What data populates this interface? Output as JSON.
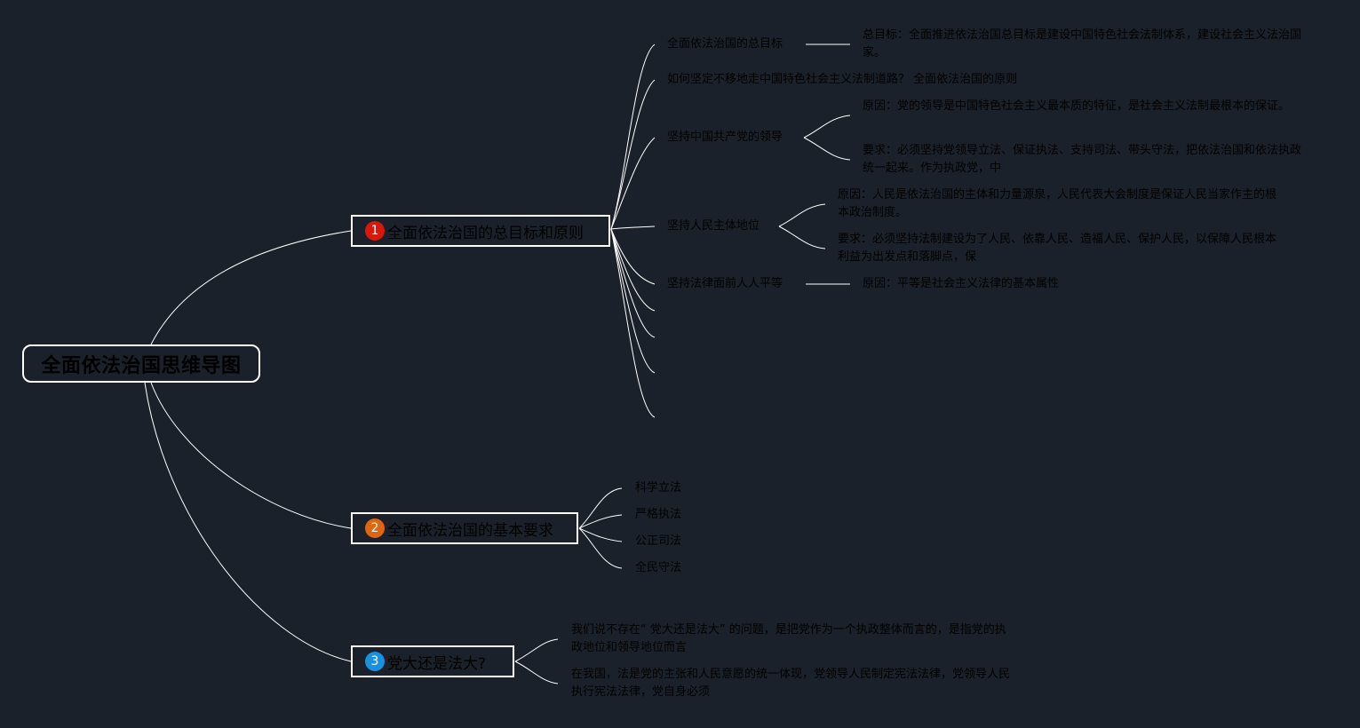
{
  "colors": {
    "background": "#1b212a",
    "line": "#ffffff",
    "badge_1": "#d8180a",
    "badge_2": "#e0650f",
    "badge_3": "#1a91e0"
  },
  "root": {
    "title": "全面依法治国思维导图"
  },
  "branches": [
    {
      "number": "1",
      "title": "全面依法治国的总目标和原则",
      "children": [
        {
          "title": "全面依法治国的总目标",
          "details": [
            "总目标：全面推进依法治国总目标是建设中国特色社会法制体系，建设社会主义法治国家。"
          ]
        },
        {
          "title": "如何坚定不移地走中国特色社会主义法制道路？ 全面依法治国的原则",
          "details": []
        },
        {
          "title": "坚持中国共产党的领导",
          "details": [
            "原因：党的领导是中国特色社会主义最本质的特征，是社会主义法制最根本的保证。",
            "要求：必须坚持党领导立法、保证执法、支持司法、带头守法，把依法治国和依法执政统一起来。作为执政党，中"
          ]
        },
        {
          "title": "坚持人民主体地位",
          "details": [
            "原因：人民是依法治国的主体和力量源泉，人民代表大会制度是保证人民当家作主的根本政治制度。",
            "要求：必须坚持法制建设为了人民、依靠人民、造福人民、保护人民，以保障人民根本利益为出发点和落脚点，保"
          ]
        },
        {
          "title": "坚持法律面前人人平等",
          "details": [
            "原因：平等是社会主义法律的基本属性"
          ]
        }
      ]
    },
    {
      "number": "2",
      "title": "全面依法治国的基本要求",
      "children": [
        {
          "title": "科学立法"
        },
        {
          "title": "严格执法"
        },
        {
          "title": "公正司法"
        },
        {
          "title": "全民守法"
        }
      ]
    },
    {
      "number": "3",
      "title": "党大还是法大?",
      "children": [
        {
          "title": "我们说不存在“ 党大还是法大” 的问题，是把党作为一个执政整体而言的，是指党的执政地位和领导地位而言"
        },
        {
          "title": "在我国，法是党的主张和人民意愿的统一体现，党领导人民制定宪法法律，党领导人民执行宪法法律，党自身必须"
        }
      ]
    }
  ]
}
